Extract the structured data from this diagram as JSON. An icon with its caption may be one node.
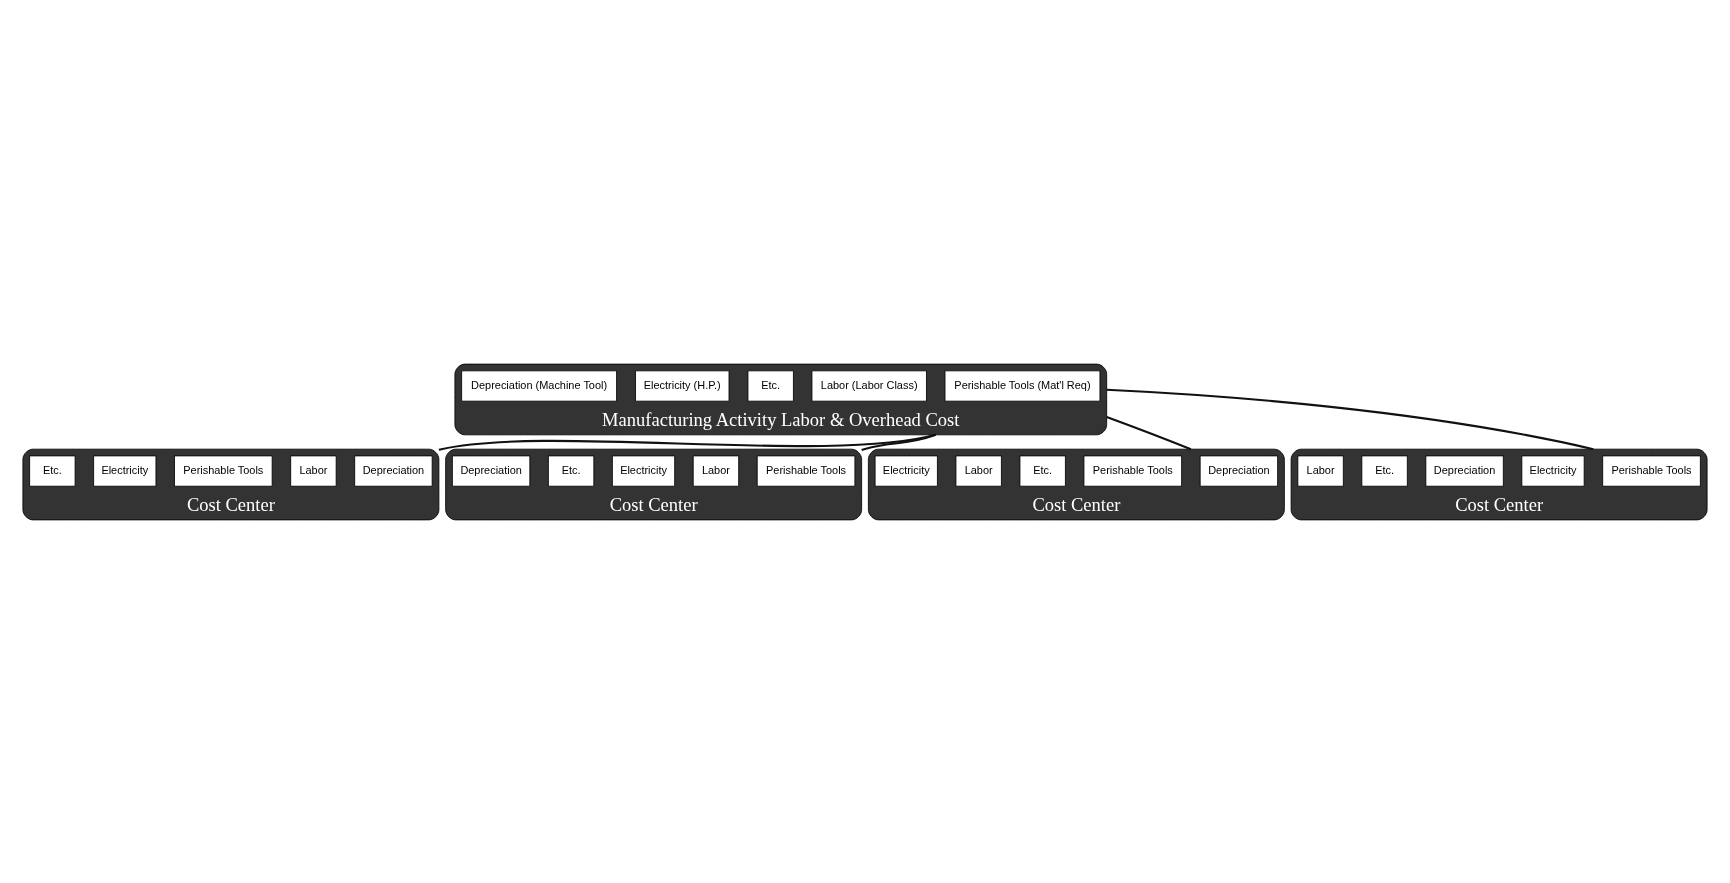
{
  "diagram": {
    "nodes": [
      {
        "text": [
          "Manufacturing Activity Labor & Overhead Cost"
        ]
      },
      {
        "text": [
          "Perishable Tools (Mat'l Req)"
        ],
        "in": 0
      },
      {
        "text": [
          "Labor (Labor Class)"
        ],
        "in": 0
      },
      {
        "text": [
          "Etc."
        ],
        "in": 0
      },
      {
        "text": [
          "Electricity (H.P.)"
        ],
        "in": 0
      },
      {
        "text": [
          "Depreciation (Machine Tool)"
        ],
        "in": 0
      },
      {
        "text": [
          "Cost Center"
        ]
      },
      {
        "text": [
          "Depreciation"
        ],
        "in": 6
      },
      {
        "text": [
          "Labor"
        ],
        "in": 6
      },
      {
        "text": [
          "Perishable Tools"
        ],
        "in": 6
      },
      {
        "text": [
          "Electricity"
        ],
        "in": 6
      },
      {
        "text": [
          "Etc."
        ],
        "in": 6
      },
      {
        "text": [
          "Cost Center"
        ]
      },
      {
        "text": [
          "Perishable Tools"
        ],
        "in": 12
      },
      {
        "text": [
          "Labor"
        ],
        "in": 12
      },
      {
        "text": [
          "Electricity"
        ],
        "in": 12
      },
      {
        "text": [
          "Etc."
        ],
        "in": 12
      },
      {
        "text": [
          "Depreciation"
        ],
        "in": 12
      },
      {
        "text": [
          "Cost Center"
        ]
      },
      {
        "text": [
          "Depreciation"
        ],
        "in": 18
      },
      {
        "text": [
          "Perishable Tools"
        ],
        "in": 18
      },
      {
        "text": [
          "Etc."
        ],
        "in": 18
      },
      {
        "text": [
          "Labor"
        ],
        "in": 18
      },
      {
        "text": [
          "Electricity"
        ],
        "in": 18
      },
      {
        "text": [
          "Cost Center"
        ]
      },
      {
        "text": [
          "Perishable Tools"
        ],
        "in": 24
      },
      {
        "text": [
          "Electricity"
        ],
        "in": 24
      },
      {
        "text": [
          "Depreciation"
        ],
        "in": 24
      },
      {
        "text": [
          "Etc."
        ],
        "in": 24
      },
      {
        "text": [
          "Labor"
        ],
        "in": 24
      }
    ],
    "edges": [
      {
        "from": 0,
        "to": 6,
        "arrow": "none"
      },
      {
        "from": 0,
        "to": 12,
        "arrow": "none"
      },
      {
        "from": 0,
        "to": 18,
        "arrow": "none"
      },
      {
        "from": 0,
        "to": 24,
        "arrow": "none"
      }
    ]
  }
}
